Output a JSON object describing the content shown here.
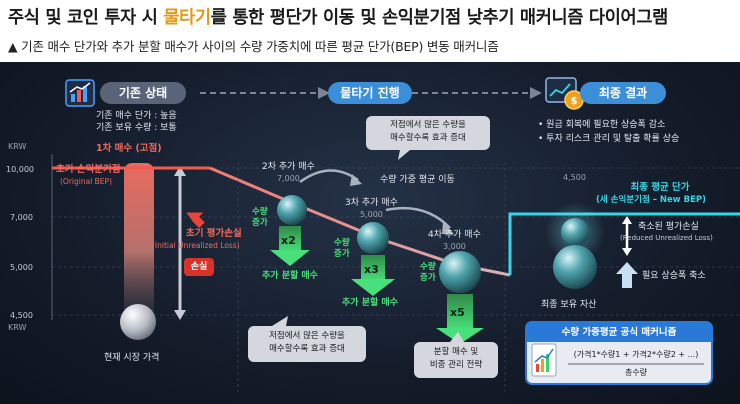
{
  "header": {
    "title_pre": "주식 및 코인 투자 시 ",
    "title_highlight": "물타기",
    "title_post": "를 통한 평단가 이동 및 손익분기점 낮추기 매커니즘 다이어그램",
    "subtitle": "▲ 기존 매수 단가와 추가 분할 매수가 사이의 수량 가중치에 따른 평균 단가(BEP) 변동 매커니즘"
  },
  "stages": {
    "initial": "기존 상태",
    "averaging": "물타기 진행",
    "final": "최종 결과"
  },
  "initial_info": {
    "line1": "기존 매수 단가 : 높음",
    "line2": "기존 보유 수량 : 보통"
  },
  "final_info": {
    "line1": "• 원금 회복에 필요한 상승폭 감소",
    "line2": "• 투자 리스크 관리 및 탈출 확률 상승"
  },
  "axis": {
    "unit_top": "KRW",
    "unit_bottom": "KRW",
    "ticks": [
      "10,000",
      "7,000",
      "5,000",
      "4,500"
    ]
  },
  "first_buy": {
    "label": "1차 매수 (고점)"
  },
  "initial_bep": {
    "label": "초기 손익분기점",
    "label_en": "(Original BEP)"
  },
  "initial_loss": {
    "label": "초기 평가손실",
    "label_en": "(Initial Unrealized Loss)",
    "badge": "손실"
  },
  "market_price": {
    "label": "현재 시장 가격"
  },
  "buys": [
    {
      "name": "2차 추가 매수",
      "price": "7,000",
      "side": "수량\n증가",
      "mult": "x2",
      "caption": "추가 분할 매수"
    },
    {
      "name": "3차 추가 매수",
      "price": "5,000",
      "side": "수량\n증가",
      "mult": "x3",
      "caption": "추가 분할 매수"
    },
    {
      "name": "4차 추가 매수",
      "price": "3,000",
      "side": "수량\n증가",
      "mult": "x5",
      "caption": ""
    }
  ],
  "callouts": {
    "top": "저점에서 많은 수량을\n매수할수록 효과 증대",
    "bottom": "저점에서 많은 수량을\n매수할수록 효과 증대",
    "split": "분할 매수 및\n비중 관리 전략"
  },
  "avg_move": {
    "label": "수량 가중 평균 이동"
  },
  "final": {
    "price": "4,500",
    "avg_label": "최종 평균 단가",
    "avg_label_en": "(새 손익분기점 – New BEP)",
    "reduced_loss": "축소된 평가손실",
    "reduced_loss_en": "(Reduced Unrealized Loss)",
    "rise_needed": "필요 상승폭 축소",
    "asset": "최종 보유 자산"
  },
  "formula": {
    "title": "수량 가중평균 공식 매커니즘",
    "numerator": "(가격1*수량1 + 가격2*수량2 + ...)",
    "denominator": "총수량"
  },
  "colors": {
    "accent_orange": "#e09a1a",
    "red": "#e8463a",
    "green": "#3ad06a",
    "cyan": "#35d6e8",
    "blue": "#2a78d8"
  },
  "icons": [
    "chart-up-icon",
    "arrow-right-icon",
    "coin-chart-icon",
    "arrow-down-icon",
    "arrow-up-icon"
  ]
}
